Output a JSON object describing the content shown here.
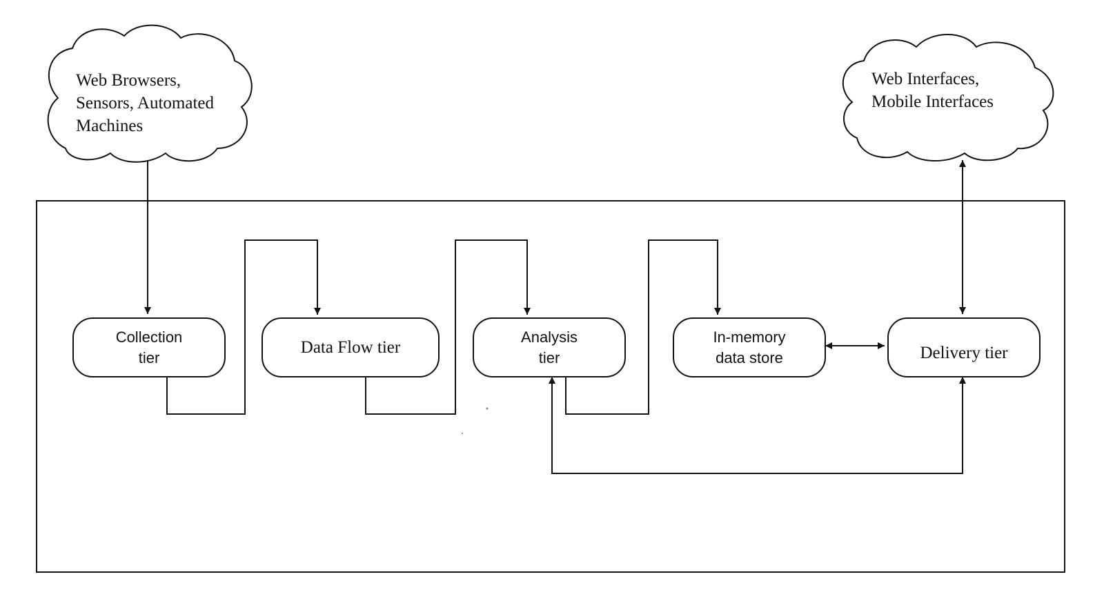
{
  "sources_cloud": {
    "lines": [
      "Web Browsers,",
      "Sensors, Automated",
      "Machines"
    ]
  },
  "interfaces_cloud": {
    "lines": [
      "Web Interfaces,",
      "Mobile Interfaces"
    ]
  },
  "tiers": {
    "collection": {
      "lines": [
        "Collection",
        "tier"
      ]
    },
    "data_flow": {
      "lines": [
        "Data Flow tier"
      ]
    },
    "analysis": {
      "lines": [
        "Analysis",
        "tier"
      ]
    },
    "in_memory": {
      "lines": [
        "In-memory",
        "data store"
      ]
    },
    "delivery": {
      "lines": [
        "Delivery tier"
      ]
    }
  }
}
